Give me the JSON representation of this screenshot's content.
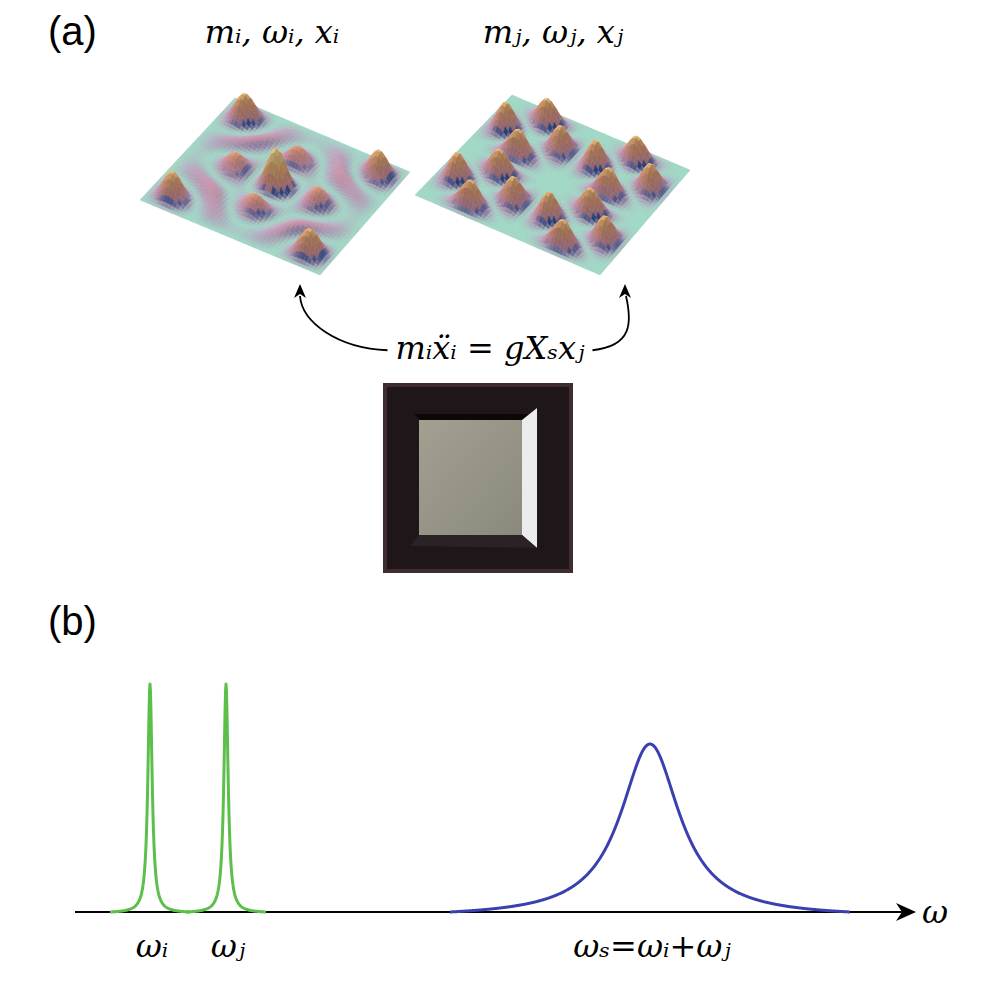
{
  "diagram": {
    "labels": [
      "(a)",
      "mᵢ, ωᵢ, xᵢ",
      "mⱼ, ωⱼ, xⱼ",
      "mᵢẍᵢ = gXₛxⱼ",
      "(b)",
      "ωᵢ",
      "ωⱼ",
      "ωₛ=ωᵢ+ωⱼ",
      "ω"
    ]
  }
}
